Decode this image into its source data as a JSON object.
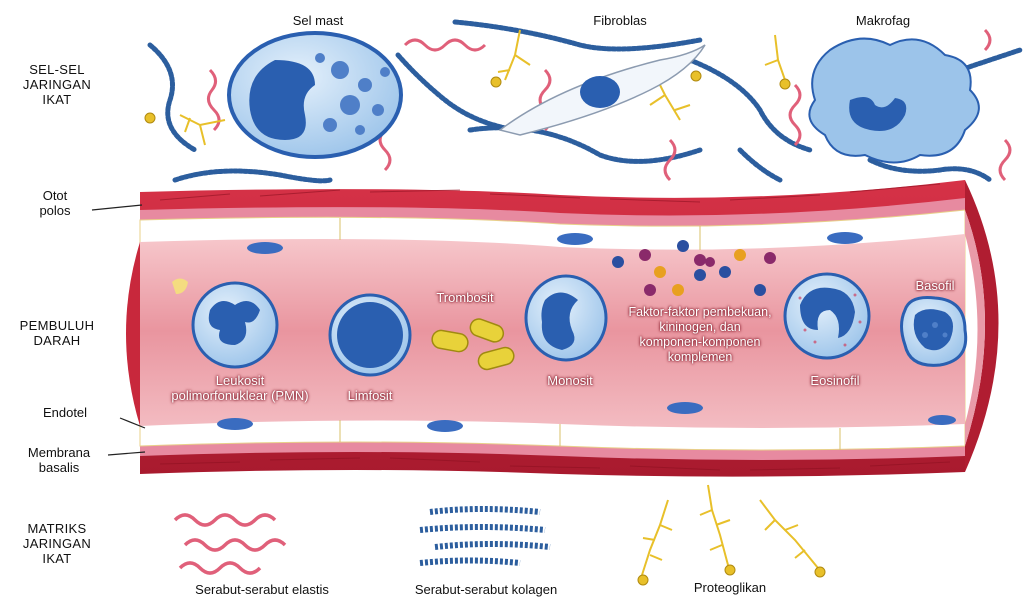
{
  "sections": {
    "connective_cells": "SEL-SEL\nJARINGAN\nIKAT",
    "blood_vessel": "PEMBULUH\nDARAH",
    "matrix": "MATRIKS\nJARINGAN\nIKAT"
  },
  "labels": {
    "mast_cell": "Sel mast",
    "fibroblast": "Fibroblas",
    "macrophage": "Makrofag",
    "smooth_muscle": "Otot\npolos",
    "endothelium": "Endotel",
    "basement_membrane": "Membrana\nbasalis",
    "pmn": "Leukosit\npolimorfonuklear (PMN)",
    "lymphocyte": "Limfosit",
    "platelets": "Trombosit",
    "monocyte": "Monosit",
    "factors": "Faktor-faktor pembekuan,\nkininogen, dan\nkomponen-komponen\nkomplemen",
    "eosinophil": "Eosinofil",
    "basophil": "Basofil",
    "elastic_fibers": "Serabut-serabut elastis",
    "collagen_fibers": "Serabut-serabut kolagen",
    "proteoglycans": "Proteoglikan"
  },
  "colors": {
    "vessel_wall": "#c8283c",
    "vessel_lumen": "#f0b6bc",
    "endothelium": "#ffffff",
    "nucleus": "#2a5fb0",
    "cytoplasm": "#b9d7f2",
    "collagen": "#2c5e9e",
    "elastic": "#e0607a",
    "proteoglycan": "#e8c02a"
  }
}
